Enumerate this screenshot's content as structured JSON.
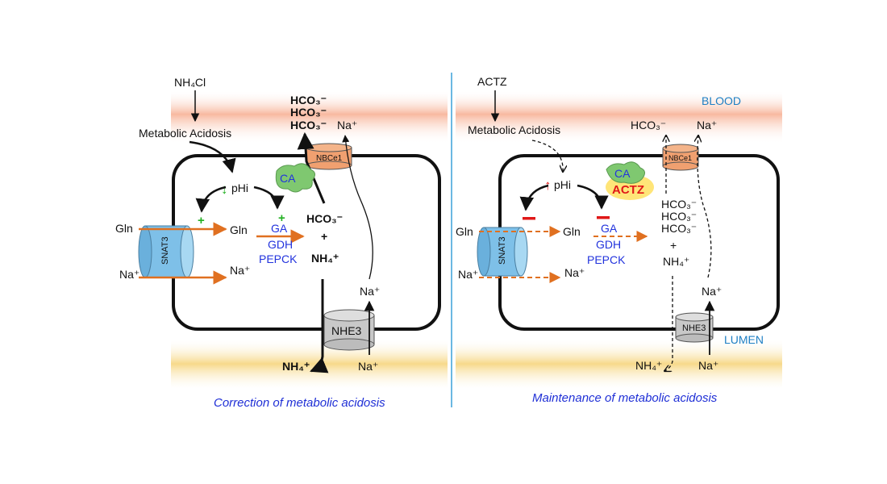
{
  "left": {
    "stimulus": "NH₄Cl",
    "metabolic": "Metabolic Acidosis",
    "phi": "pHi",
    "hco3_top": [
      "HCO₃⁻",
      "HCO₃⁻",
      "HCO₃⁻"
    ],
    "na_top": "Na⁺",
    "nbce1": "NBCe1",
    "ca": "CA",
    "gln_out": "Gln",
    "na_out": "Na⁺",
    "snat3": "SNAT3",
    "gln_in": "Gln",
    "na_in": "Na⁺",
    "enz_ga": "GA",
    "enz_gdh": "GDH",
    "enz_pepck": "PEPCK",
    "hco3_cell": "HCO₃⁻",
    "plus": "+",
    "nh4_cell": "NH₄⁺",
    "na_cell": "Na⁺",
    "nhe3": "NHE3",
    "nh4_lumen": "NH₄⁺",
    "na_lumen": "Na⁺",
    "caption": "Correction of metabolic acidosis"
  },
  "right": {
    "stimulus": "ACTZ",
    "metabolic": "Metabolic Acidosis",
    "phi": "pHi",
    "hco3_top": "HCO₃⁻",
    "na_top": "Na⁺",
    "nbce1": "NBCe1",
    "ca": "CA",
    "actz": "ACTZ",
    "gln_out": "Gln",
    "na_out": "Na⁺",
    "snat3": "SNAT3",
    "gln_in": "Gln",
    "na_in": "Na⁺",
    "enz_ga": "GA",
    "enz_gdh": "GDH",
    "enz_pepck": "PEPCK",
    "hco3_cell": [
      "HCO₃⁻",
      "HCO₃⁻",
      "HCO₃⁻"
    ],
    "plus": "+",
    "nh4_cell": "NH₄⁺",
    "na_cell": "Na⁺",
    "nhe3": "NHE3",
    "nh4_lumen": "NH₄⁺",
    "na_lumen": "Na⁺",
    "blood": "BLOOD",
    "lumen": "LUMEN",
    "caption": "Maintenance of metabolic acidosis"
  },
  "colors": {
    "blood_band": "#f8b9a0",
    "lumen_band": "#f7d98a",
    "transporter_blue": "#7ec0e8",
    "nbce1": "#f0a070",
    "nhe3": "#c8c8c8",
    "ca_green": "#7fc870",
    "orange_arrow": "#e07020",
    "caption_blue": "#1f2fd6",
    "region_label": "#1e7fc4"
  }
}
